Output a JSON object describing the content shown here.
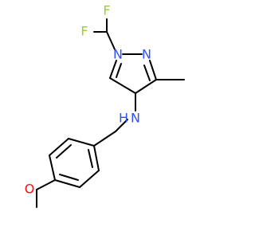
{
  "colors": {
    "background": "#ffffff",
    "bond": "#000000",
    "F": "#9acd32",
    "N": "#3050f8",
    "O": "#ff0d0d"
  },
  "atoms": {
    "f_top": {
      "text": "F",
      "element": "F"
    },
    "f_left": {
      "text": "F",
      "element": "F"
    },
    "n_ring_1": {
      "text": "N",
      "element": "N"
    },
    "n_ring_2": {
      "text": "N",
      "element": "N"
    },
    "nh": {
      "text": "N",
      "element": "N"
    },
    "h": {
      "text": "H",
      "element": "N"
    },
    "o": {
      "text": "O",
      "element": "O"
    }
  }
}
